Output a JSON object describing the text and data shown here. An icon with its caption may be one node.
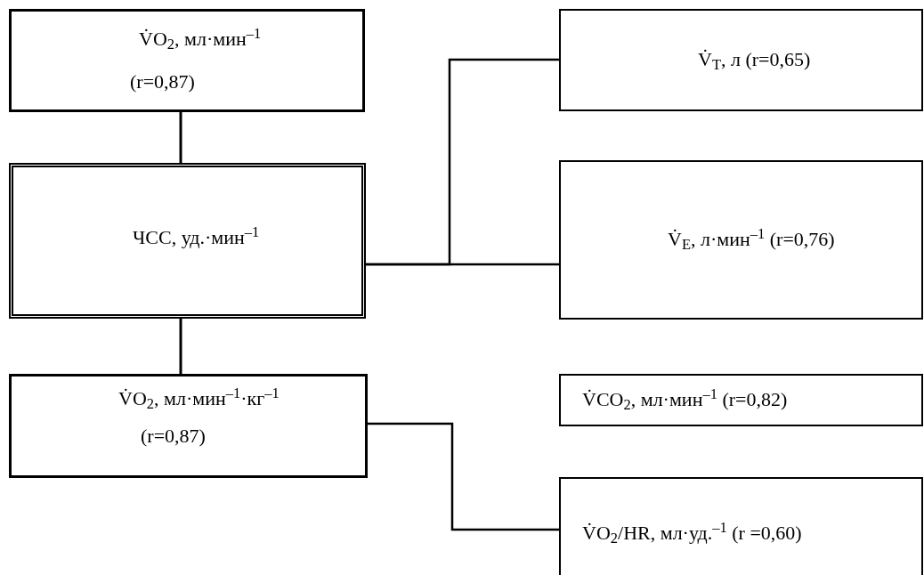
{
  "diagram": {
    "nodes": [
      {
        "text": [
          "V̇O$_{2}$, мл·мин$^{–1}$",
          "(r=0,87)"
        ]
      },
      {
        "text": [
          "ЧСС, уд.·мин$^{–1}$"
        ]
      },
      {
        "text": [
          "V̇O$_{2}$, мл·мин$^{–1}$·кг$^{–1}$",
          "(r=0,87)"
        ]
      },
      {
        "text": [
          "V̇$_{T}$, л (r=0,65)"
        ]
      },
      {
        "text": [
          "V̇$_{E}$, л·мин$^{–1}$ (r=0,76)"
        ]
      },
      {
        "text": [
          "V̇CO$_{2}$, мл·мин$^{–1}$ (r=0,82)"
        ]
      },
      {
        "text": [
          "V̇O$_{2}$/HR, мл·уд.$^{–1}$ (r =0,60)"
        ]
      }
    ],
    "edges": [
      {
        "from": 0,
        "to": 1,
        "arrow": "none"
      },
      {
        "from": 1,
        "to": 2,
        "arrow": "none"
      },
      {
        "from": 1,
        "to": 3,
        "arrow": "none"
      },
      {
        "from": 1,
        "to": 4,
        "arrow": "none"
      },
      {
        "from": 2,
        "to": 6,
        "arrow": "none"
      }
    ]
  }
}
